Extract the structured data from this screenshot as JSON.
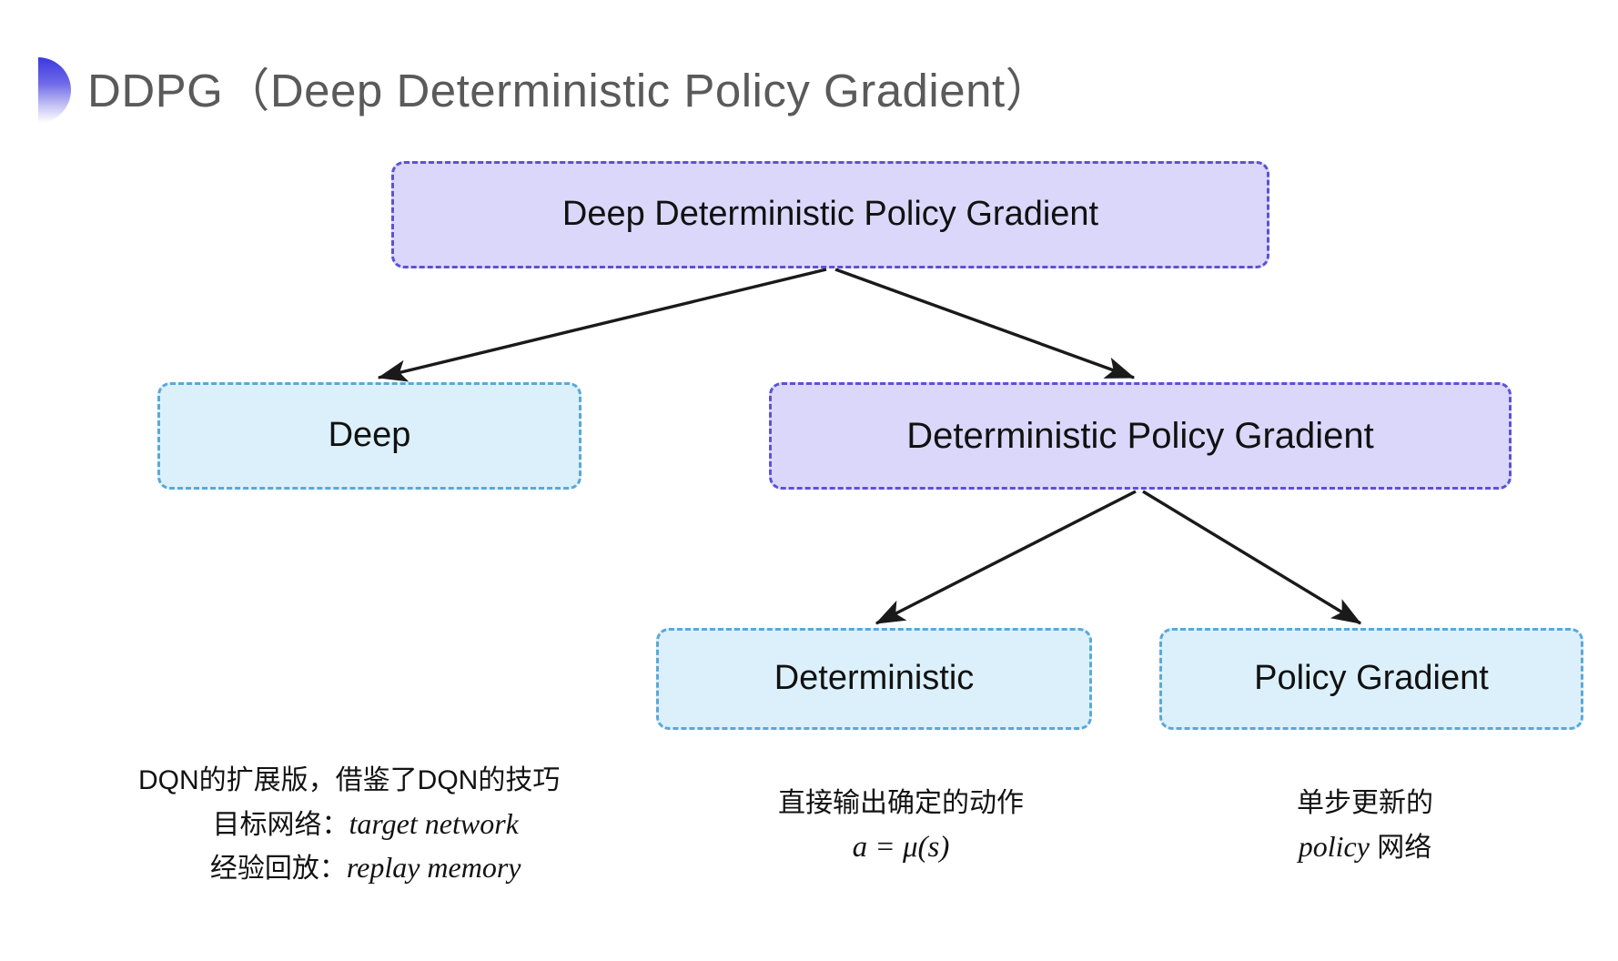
{
  "slide": {
    "title": "DDPG（Deep Deterministic Policy Gradient）",
    "background": "#ffffff"
  },
  "colors": {
    "title_text": "#5a5a5a",
    "bullet_gradient_start": "#3b38e0",
    "purple_fill": "#dbd7fa",
    "purple_border": "#5b52d4",
    "cyan_fill": "#dcf0fb",
    "cyan_border": "#5aa8d8",
    "arrow": "#1a1a1a",
    "body_text": "#121212"
  },
  "diagram": {
    "type": "tree",
    "nodes": [
      {
        "id": "root",
        "label": "Deep Deterministic Policy Gradient",
        "style": "purple",
        "level": 0
      },
      {
        "id": "deep",
        "label": "Deep",
        "style": "cyan",
        "level": 1
      },
      {
        "id": "dpg",
        "label": "Deterministic Policy Gradient",
        "style": "purple",
        "level": 1
      },
      {
        "id": "det",
        "label": "Deterministic",
        "style": "cyan",
        "level": 2
      },
      {
        "id": "pg",
        "label": "Policy Gradient",
        "style": "cyan",
        "level": 2
      }
    ],
    "edges": [
      {
        "from": "root",
        "to": "deep",
        "arrow": "end"
      },
      {
        "from": "root",
        "to": "dpg",
        "arrow": "end"
      },
      {
        "from": "dpg",
        "to": "det",
        "arrow": "end"
      },
      {
        "from": "dpg",
        "to": "pg",
        "arrow": "end"
      }
    ]
  },
  "captions": {
    "deep": {
      "line1": "DQN的扩展版，借鉴了DQN的技巧",
      "line2_label": "目标网络：",
      "line2_term": "target network",
      "line3_label": "经验回放：",
      "line3_term": "replay memory"
    },
    "deterministic": {
      "line1": "直接输出确定的动作",
      "formula": "a = μ(s)"
    },
    "policy_gradient": {
      "line1": "单步更新的",
      "line2_term": "policy",
      "line2_rest": " 网络"
    }
  }
}
